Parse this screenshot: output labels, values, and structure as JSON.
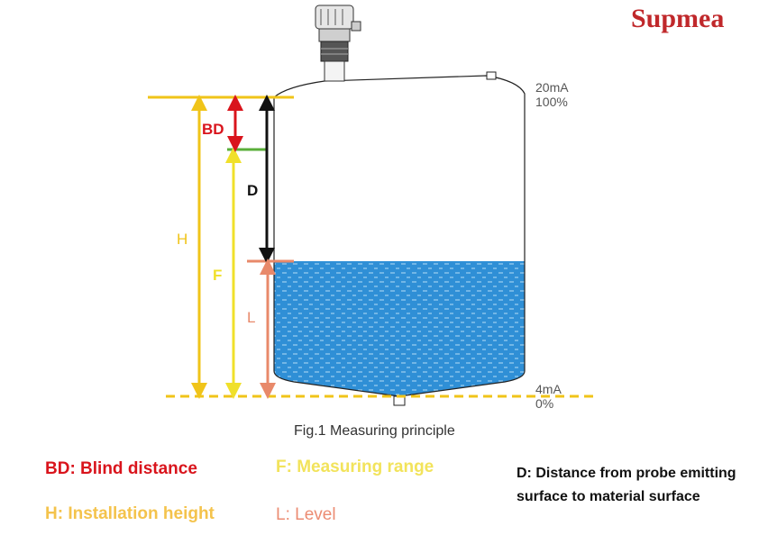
{
  "brand": "Supmea",
  "caption": "Fig.1  Measuring principle",
  "scale": {
    "top_current": "20mA",
    "top_percent": "100%",
    "bottom_current": "4mA",
    "bottom_percent": "0%"
  },
  "dimension_labels": {
    "bd": "BD",
    "d": "D",
    "h": "H",
    "f": "F",
    "l": "L"
  },
  "legend": {
    "bd": "BD: Blind distance",
    "f": "F: Measuring range",
    "h": "H: Installation height",
    "l": "L: Level",
    "d": "D: Distance from probe emitting surface to material surface"
  },
  "colors": {
    "brand": "#c0282b",
    "bd": "#d9141c",
    "h": "#f0c419",
    "f": "#f0e02a",
    "l": "#e8896a",
    "d": "#111111",
    "liquid": "#2f8fd6",
    "blind_line": "#5aae3a"
  }
}
